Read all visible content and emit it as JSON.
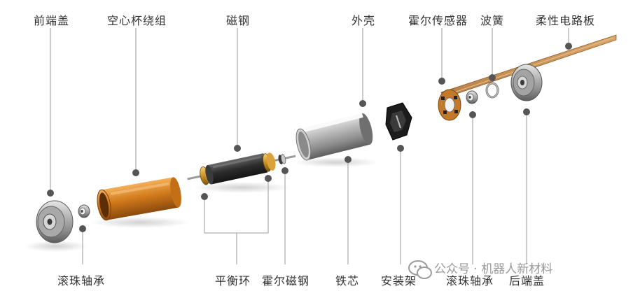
{
  "labels": {
    "front_cap": "前端盖",
    "coreless_winding": "空心杯绕组",
    "magnet": "磁钢",
    "outer_shell": "外壳",
    "hall_sensor": "霍尔传感器",
    "wave_spring": "波簧",
    "flex_pcb": "柔性电路板",
    "ball_bearing_left": "滚珠轴承",
    "balance_ring": "平衡环",
    "hall_magnet": "霍尔磁钢",
    "iron_core": "铁芯",
    "mounting_bracket": "安装架",
    "ball_bearing_right": "滚珠轴承",
    "rear_cap": "后端盖"
  },
  "watermark": {
    "prefix": "公众号",
    "separator": "·",
    "name": "机器人新材料"
  },
  "colors": {
    "leader_line": "#b0b0b0",
    "leader_dot": "#555555",
    "copper": "#d4801e",
    "label_text": "#333333",
    "watermark_text": "#9a9a9a"
  }
}
